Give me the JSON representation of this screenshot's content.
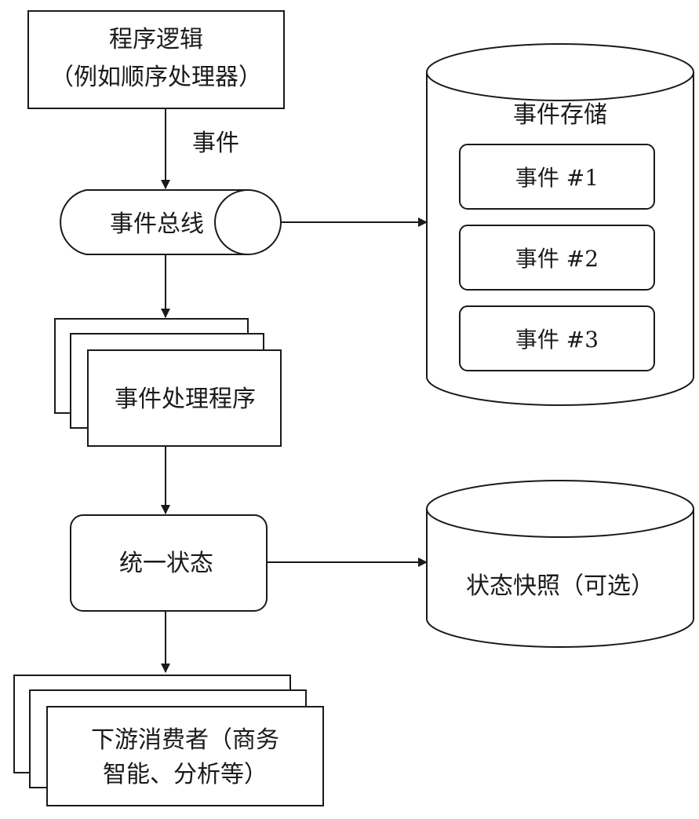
{
  "program_logic": {
    "line1": "程序逻辑",
    "line2": "（例如顺序处理器）"
  },
  "event_label": "事件",
  "event_bus": "事件总线",
  "event_store": {
    "title": "事件存储",
    "items": [
      "事件 #1",
      "事件 #2",
      "事件 #3"
    ]
  },
  "event_handler": "事件处理程序",
  "unified_state": "统一状态",
  "state_snapshot": "状态快照（可选）",
  "downstream": {
    "line1": "下游消费者（商务",
    "line2": "智能、分析等）"
  }
}
